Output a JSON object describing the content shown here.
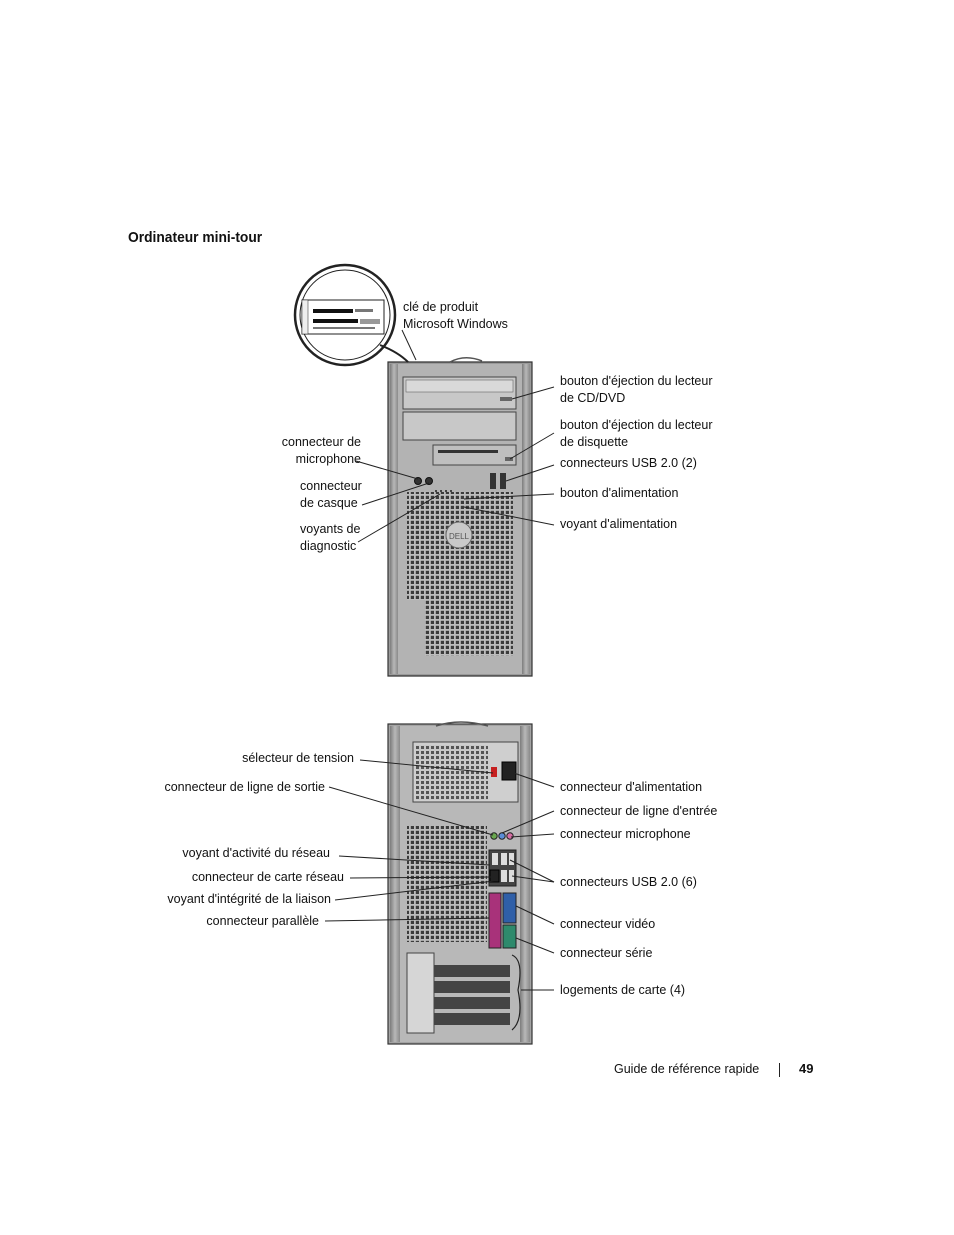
{
  "section_title": "Ordinateur mini-tour",
  "front_labels": {
    "product_key": [
      "clé de produit",
      "Microsoft Windows"
    ],
    "cd_eject": [
      "bouton d'éjection du lecteur",
      "de CD/DVD"
    ],
    "floppy_eject": [
      "bouton d'éjection du lecteur",
      "de disquette"
    ],
    "usb_front": "connecteurs USB 2.0 (2)",
    "power_button": "bouton d'alimentation",
    "power_light": "voyant d'alimentation",
    "microphone": [
      "connecteur de",
      "microphone"
    ],
    "headphone": [
      "connecteur",
      "de casque"
    ],
    "diag_lights": [
      "voyants de",
      "diagnostic"
    ]
  },
  "back_labels": {
    "voltage_selector": "sélecteur de tension",
    "line_out": "connecteur de ligne de sortie",
    "network_activity": "voyant d'activité du réseau",
    "network_adapter": "connecteur de carte réseau",
    "link_integrity": "voyant d'intégrité de la liaison",
    "parallel": "connecteur parallèle",
    "power_connector": "connecteur d'alimentation",
    "line_in": "connecteur de ligne d'entrée",
    "microphone": "connecteur microphone",
    "usb_back": "connecteurs USB 2.0 (6)",
    "video": "connecteur vidéo",
    "serial": "connecteur série",
    "card_slots": "logements de carte (4)"
  },
  "footer": {
    "guide": "Guide de référence rapide",
    "page": "49"
  },
  "colors": {
    "chassis": "#a9a9a9",
    "chassis_dark": "#6f6f6f",
    "vent": "#3a3a3a",
    "parallel_port": "#a8327a",
    "video_port": "#2f5fa8",
    "serial_port": "#2e8a6c"
  }
}
